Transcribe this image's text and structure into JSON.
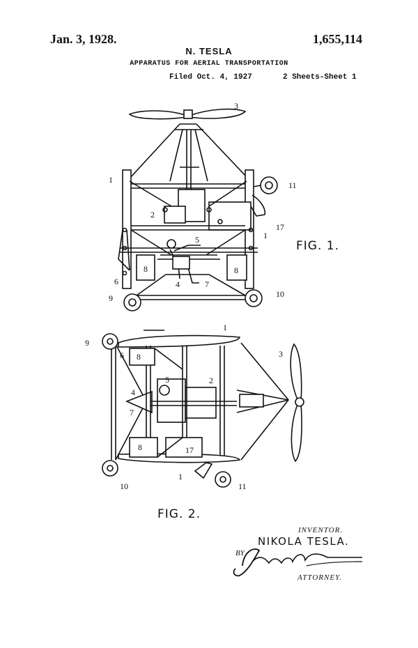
{
  "header": {
    "date": "Jan. 3, 1928.",
    "patent_number": "1,655,114",
    "inventor": "N. TESLA",
    "title": "APPARATUS FOR AERIAL TRANSPORTATION",
    "filed": "Filed Oct. 4, 1927",
    "sheets": "2 Sheets-Sheet 1"
  },
  "figures": {
    "fig1_label": "FIG. 1.",
    "fig2_label": "FIG. 2."
  },
  "reference_numerals": {
    "fig1": [
      "3",
      "1",
      "11",
      "2",
      "17",
      "1",
      "5",
      "8",
      "8",
      "6",
      "4",
      "7",
      "9",
      "10"
    ],
    "fig2": [
      "1",
      "9",
      "6",
      "8",
      "3",
      "5",
      "2",
      "4",
      "7",
      "8",
      "17",
      "10",
      "1",
      "11"
    ]
  },
  "signature_block": {
    "inventor_label": "INVENTOR.",
    "inventor_name": "NIKOLA TESLA.",
    "by": "BY",
    "signature": "John T. Harbaf",
    "attorney_label": "ATTORNEY."
  }
}
